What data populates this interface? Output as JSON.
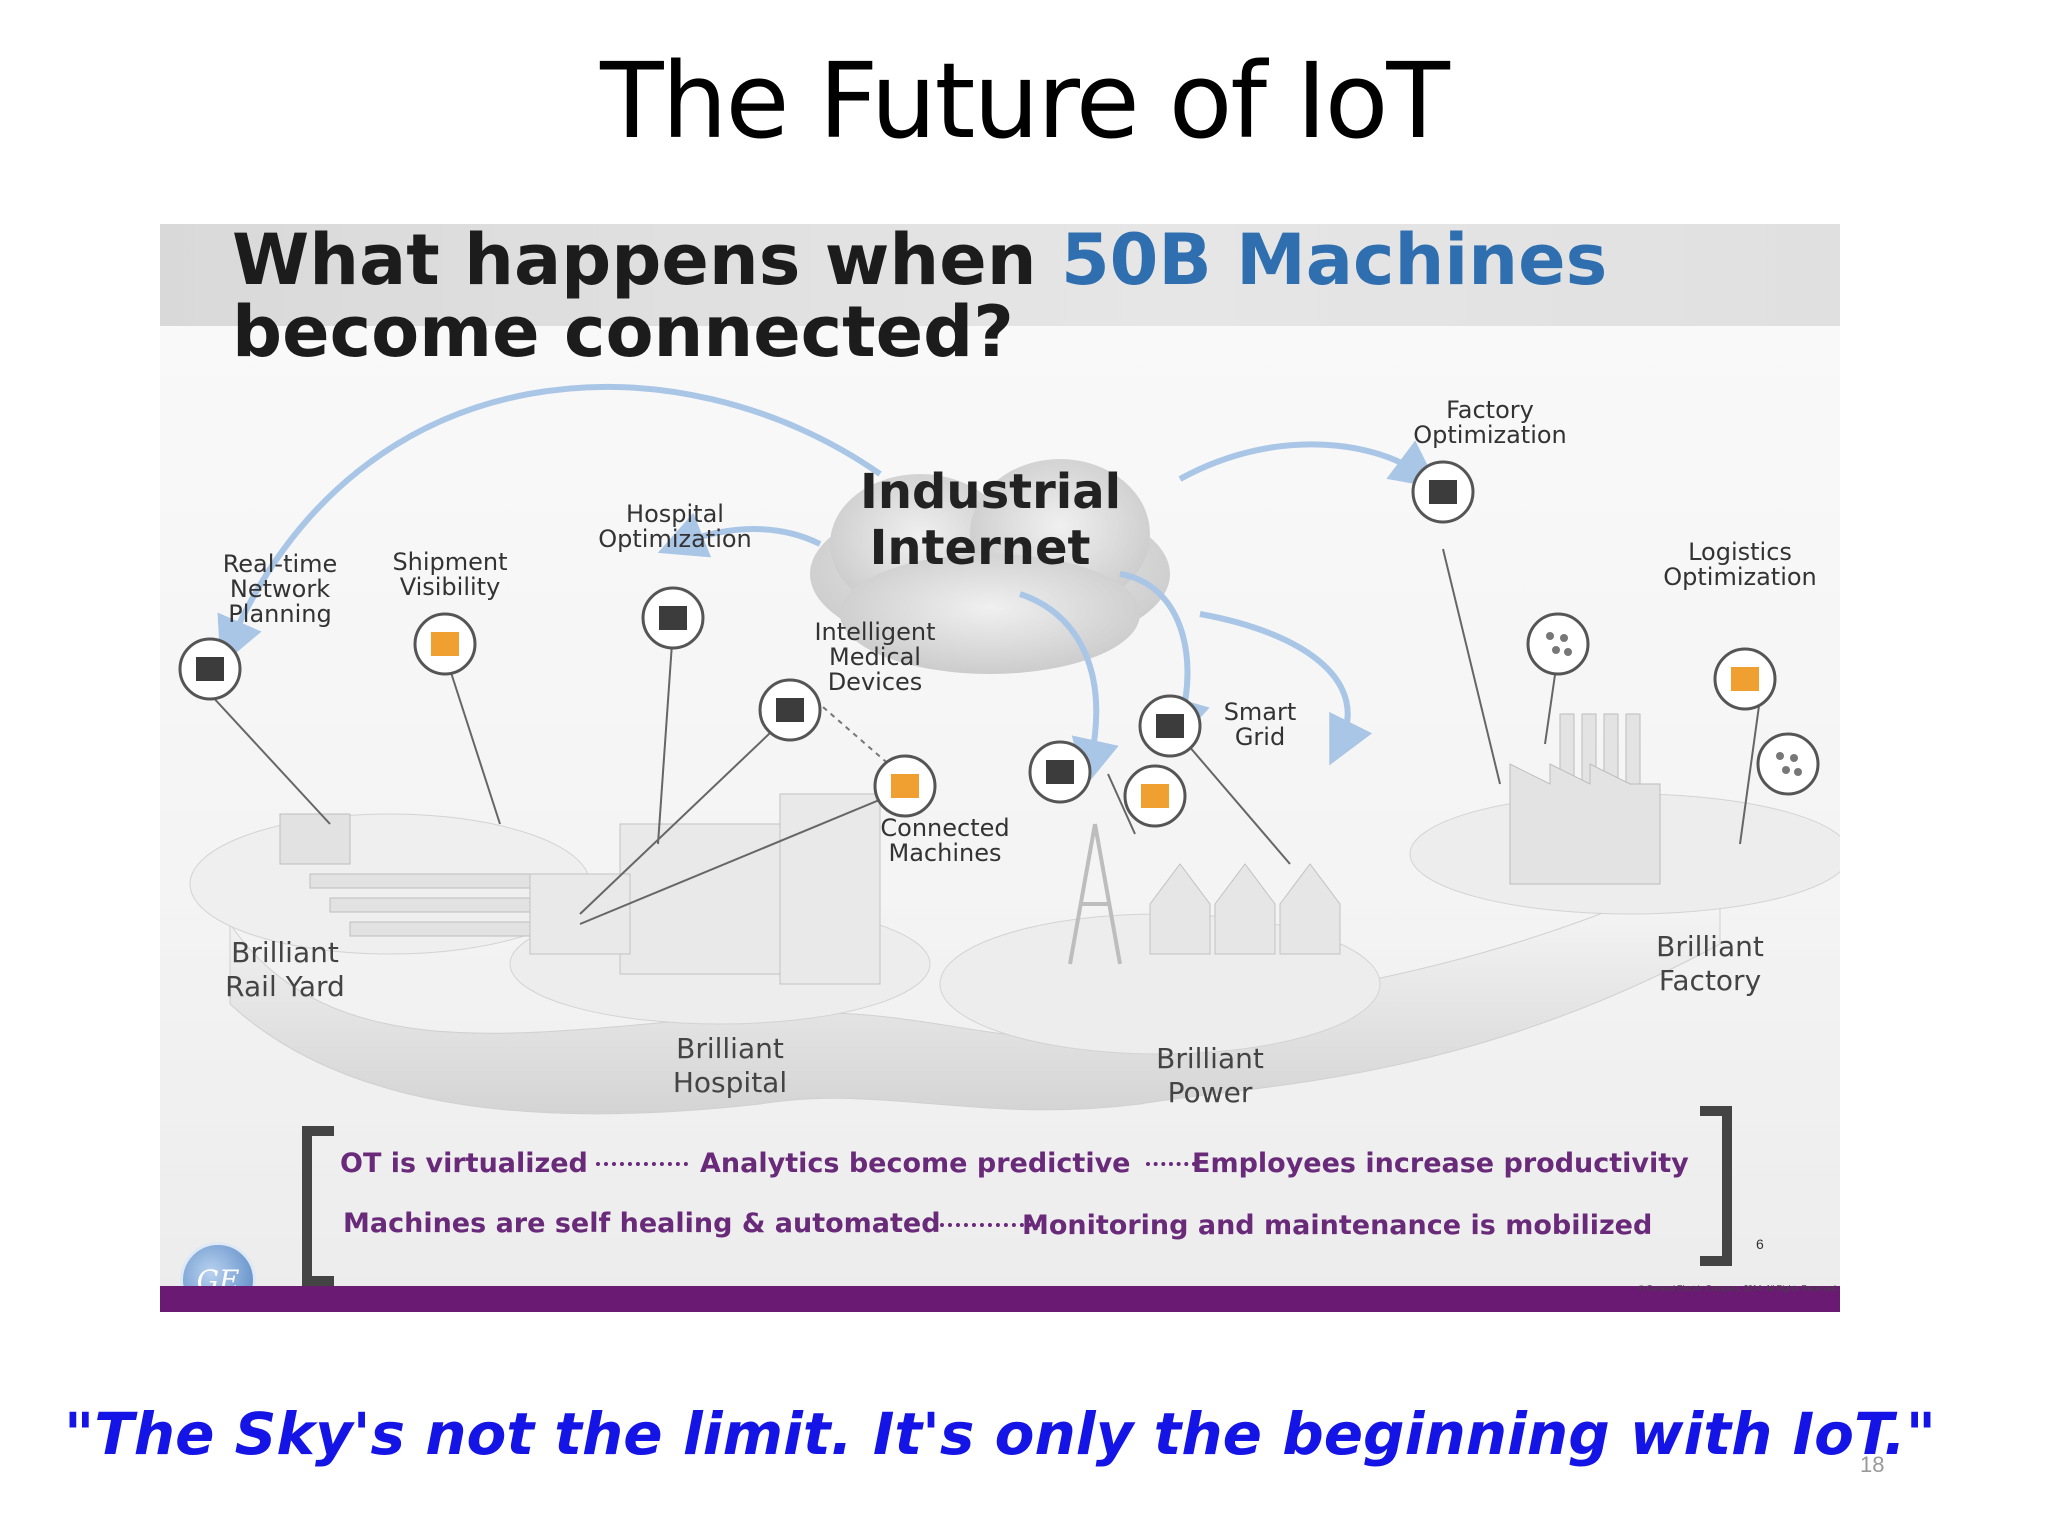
{
  "slide": {
    "title": "The Future of IoT",
    "quote": "\"The Sky's not the limit. It's only the beginning with IoT.\"",
    "slide_number": "18"
  },
  "panel": {
    "headline_prefix": "What happens when ",
    "headline_accent": "50B Machines",
    "headline_line2": "become connected?",
    "cloud_label": "Industrial\nInternet",
    "colors": {
      "accent": "#2f6fb0",
      "outcome_text": "#6a2a7a",
      "footer_bar": "#6a1a72",
      "arrow": "#a9c6e6"
    },
    "capabilities": {
      "realtime": "Real-time\nNetwork\nPlanning",
      "shipment": "Shipment\nVisibility",
      "hospital": "Hospital\nOptimization",
      "medical": "Intelligent\nMedical\nDevices",
      "connected": "Connected\nMachines",
      "smartgrid": "Smart\nGrid",
      "factory": "Factory\nOptimization",
      "logistics": "Logistics\nOptimization"
    },
    "places": {
      "rail": "Brilliant\nRail Yard",
      "hospital": "Brilliant\nHospital",
      "power": "Brilliant\nPower",
      "factory": "Brilliant\nFactory"
    },
    "outcomes": {
      "row1": [
        "OT is virtualized",
        "Analytics become predictive",
        "Employees increase productivity"
      ],
      "row2": [
        "Machines are self healing & automated",
        "Monitoring and maintenance is mobilized"
      ]
    },
    "page_number": "6",
    "copyright": "© General Electric Company, 2014. All Rights Reserved.",
    "logo": "GE"
  }
}
